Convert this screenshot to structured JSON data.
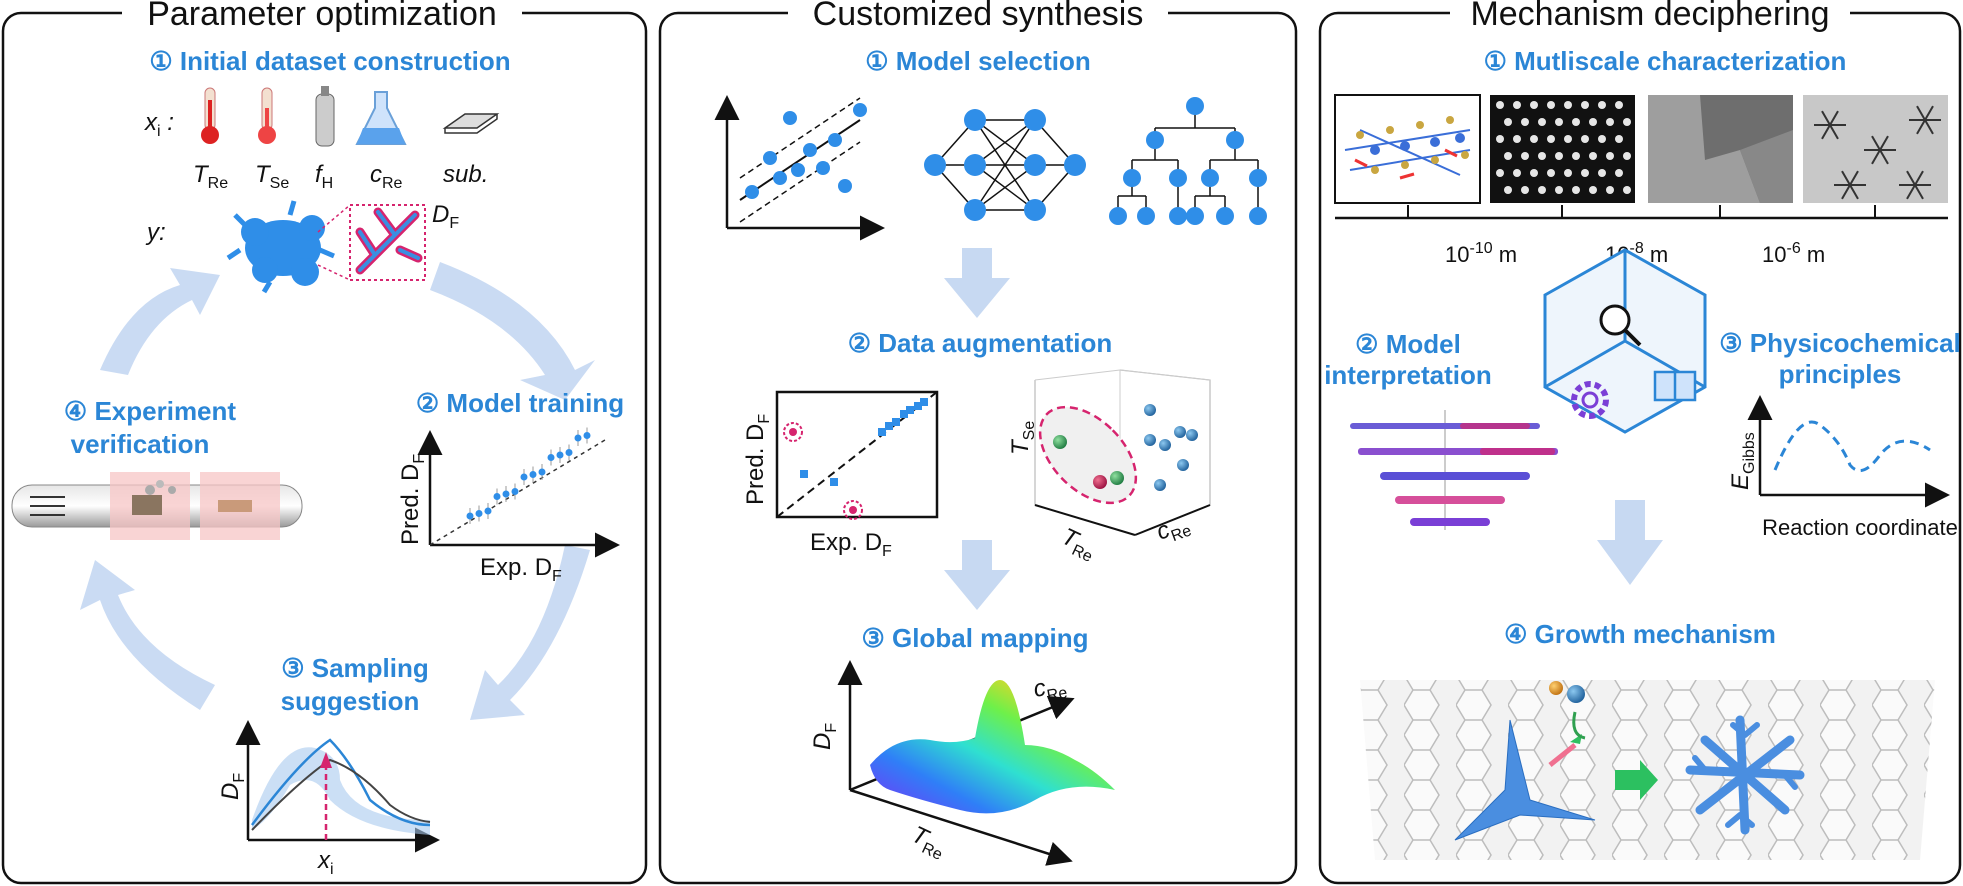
{
  "panels": {
    "left_title": "Parameter optimization",
    "middle_title": "Customized synthesis",
    "right_title": "Mechanism deciphering"
  },
  "left": {
    "step1": "① Initial dataset construction",
    "step2": "② Model training",
    "step3_line1": "③ Sampling",
    "step3_line2": "suggestion",
    "step4_line1": "④ Experiment",
    "step4_line2": "verification",
    "x_label": "x",
    "x_sub": "i",
    "y_label": "y:",
    "params": [
      {
        "main": "T",
        "sub": "Re",
        "italic": true
      },
      {
        "main": "T",
        "sub": "Se",
        "italic": true
      },
      {
        "main": "f",
        "sub": "H",
        "italic": true
      },
      {
        "main": "c",
        "sub": "Re",
        "italic": true
      },
      {
        "main": "sub.",
        "sub": "",
        "italic": true
      }
    ],
    "df_label": "D",
    "df_sub": "F",
    "train_ylabel": "Pred. D",
    "train_xlabel": "Exp. D",
    "sample_ylabel": "D",
    "sample_xlabel": "x"
  },
  "middle": {
    "step1": "① Model selection",
    "step2": "② Data augmentation",
    "step3": "③ Global mapping",
    "aug_ylabel": "Pred. D",
    "aug_xlabel": "Exp. D",
    "aug_sub": "F",
    "axis3d_tse": "T",
    "axis3d_tse_sub": "Se",
    "axis3d_tre": "T",
    "axis3d_tre_sub": "Re",
    "axis3d_cre": "c",
    "axis3d_cre_sub": "Re",
    "map_df": "D",
    "map_df_sub": "F",
    "map_cre": "c",
    "map_cre_sub": "Re",
    "map_tre": "T",
    "map_tre_sub": "Re"
  },
  "right": {
    "step1": "① Mutliscale characterization",
    "step2_line1": "② Model",
    "step2_line2": "interpretation",
    "step3_line1": "③ Physicochemical",
    "step3_line2": "principles",
    "step4": "④ Growth mechanism",
    "scale": [
      {
        "base": "10",
        "exp": "-10",
        "unit": " m"
      },
      {
        "base": "10",
        "exp": "-8",
        "unit": " m"
      },
      {
        "base": "10",
        "exp": "-6",
        "unit": " m"
      }
    ],
    "energy_label": "E",
    "energy_sub": "Gibbs",
    "reaction_label": "Reaction coordinate"
  },
  "colors": {
    "accent": "#2b86d6",
    "arrow_fill": "#c7d9f2",
    "magenta": "#d6246e",
    "panel_border": "#111111"
  }
}
